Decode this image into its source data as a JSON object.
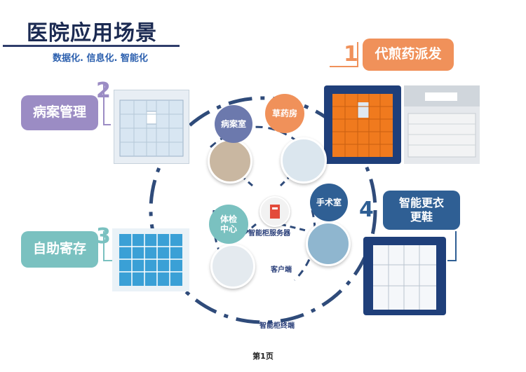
{
  "header": {
    "title": "医院应用场景",
    "subtitle": "数据化. 信息化. 智能化"
  },
  "scenarios": [
    {
      "number": "1",
      "label": "代煎药派发",
      "color": "#f0915a"
    },
    {
      "number": "2",
      "label": "病案管理",
      "color": "#9b8cc4"
    },
    {
      "number": "3",
      "label": "自助寄存",
      "color": "#7ac1c0"
    },
    {
      "number": "4",
      "label": "智能更衣\n更鞋",
      "color": "#2f5f94"
    }
  ],
  "nodes": {
    "medical_records_room": "病案室",
    "pharmacy": "草药房",
    "operating_room": "手术室",
    "physical_exam": "体检\n中心",
    "server": "智能柜服务器",
    "client": "客户端",
    "terminal": "智能柜终端"
  },
  "colors": {
    "node_bubble": "#6c79ad",
    "pharmacy_bubble": "#f0915a",
    "operating_bubble": "#2f5f94",
    "exam_bubble": "#7ac1c0",
    "ring": "#2f4b7a"
  },
  "footer": {
    "page": "第1页"
  }
}
